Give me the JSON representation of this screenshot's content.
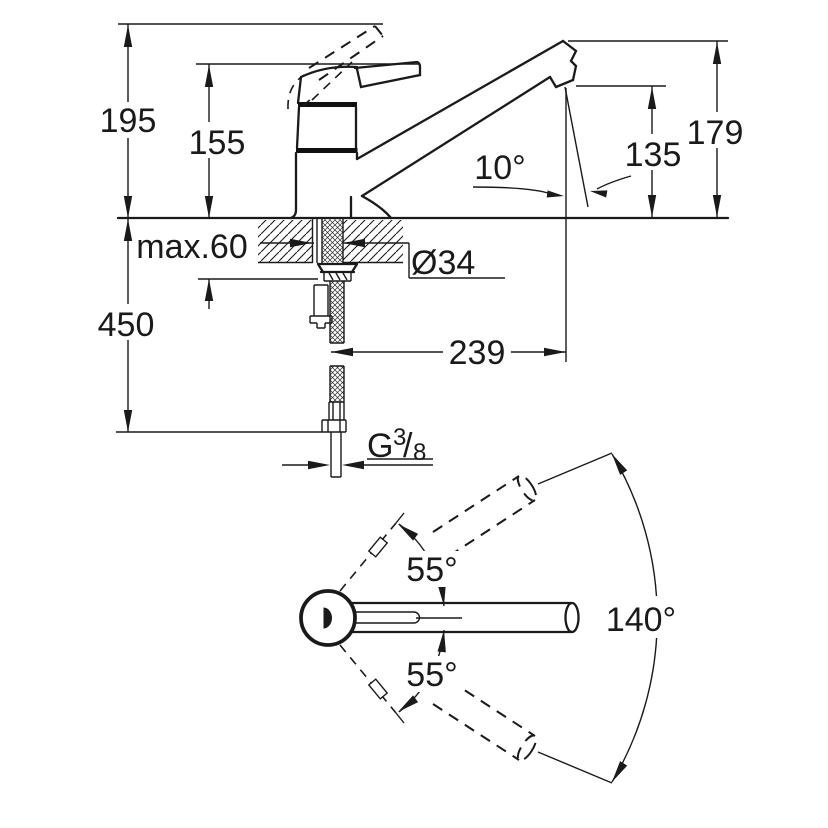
{
  "side_view": {
    "overall_height": "195",
    "body_height": "155",
    "tip_height": "179",
    "outlet_height": "135",
    "outlet_angle": "10°",
    "max_deck_thickness": "max.60",
    "hole_diameter": "Ø34",
    "below_deck_length": "450",
    "spout_reach": "239",
    "thread": {
      "prefix": "G",
      "numerator": "3",
      "slash": "/",
      "denominator": "8"
    }
  },
  "top_view": {
    "swivel_upper": "55°",
    "swivel_lower": "55°",
    "swivel_total": "140°"
  },
  "colors": {
    "ink": "#1a1a1a",
    "paper": "#ffffff"
  }
}
